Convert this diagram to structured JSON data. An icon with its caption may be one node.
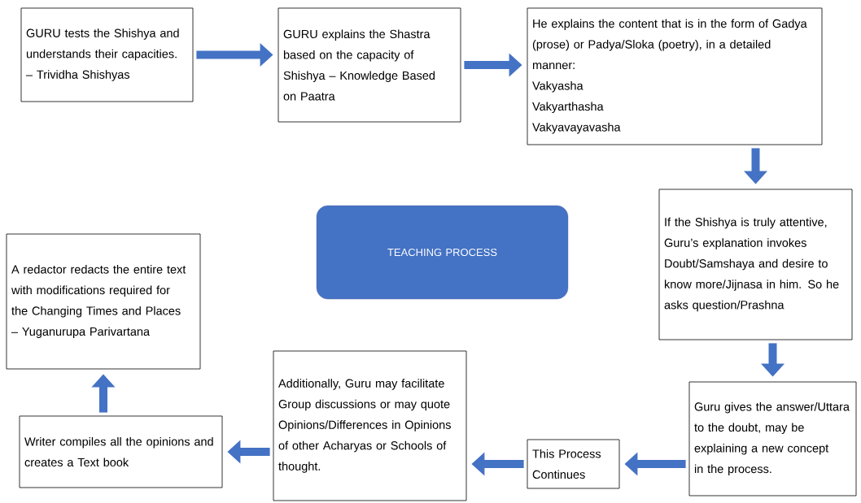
{
  "diagram": {
    "nodes": [
      {
        "text": [
          "GURU tests the Shishya and understands their capacities. – Trividha Shishyas"
        ]
      },
      {
        "text": [
          "GURU explains the Shastra based on the capacity of Shishya – Knowledge Based on Paatra"
        ]
      },
      {
        "text": [
          "He explains the content that is in the form of Gadya (prose) or Padya/Sloka (poetry), in a detailed manner:",
          "Vakyasha",
          "Vakyarthasha",
          "Vakyavayavasha"
        ]
      },
      {
        "text": [
          "If the Shishya is truly attentive, Guru’s explanation invokes Doubt/Samshaya and desire to know more/Jijnasa in him. So he asks question/Prashna"
        ]
      },
      {
        "text": [
          "Guru gives the answer/Uttara to the doubt, may be explaining a new concept in the process."
        ]
      },
      {
        "text": [
          "This Process Continues"
        ]
      },
      {
        "text": [
          "Additionally, Guru may facilitate Group discussions or may quote Opinions/Differences in Opinions of other Acharyas or Schools of thought."
        ]
      },
      {
        "text": [
          "Writer compiles all the opinions and creates a Text book"
        ]
      },
      {
        "text": [
          "A redactor redacts the entire text with modifications required for the Changing Times and Places – Yuganurupa Parivartana"
        ]
      },
      {
        "text": [
          "TEACHING PROCESS"
        ]
      }
    ],
    "edges": [
      {
        "from": 0,
        "to": 1,
        "arrow": "to"
      },
      {
        "from": 1,
        "to": 2,
        "arrow": "to"
      },
      {
        "from": 2,
        "to": 3,
        "arrow": "to"
      },
      {
        "from": 3,
        "to": 4,
        "arrow": "to"
      },
      {
        "from": 4,
        "to": 5,
        "arrow": "to"
      },
      {
        "from": 5,
        "to": 6,
        "arrow": "to"
      },
      {
        "from": 6,
        "to": 7,
        "arrow": "to"
      },
      {
        "from": 7,
        "to": 8,
        "arrow": "to"
      }
    ]
  }
}
